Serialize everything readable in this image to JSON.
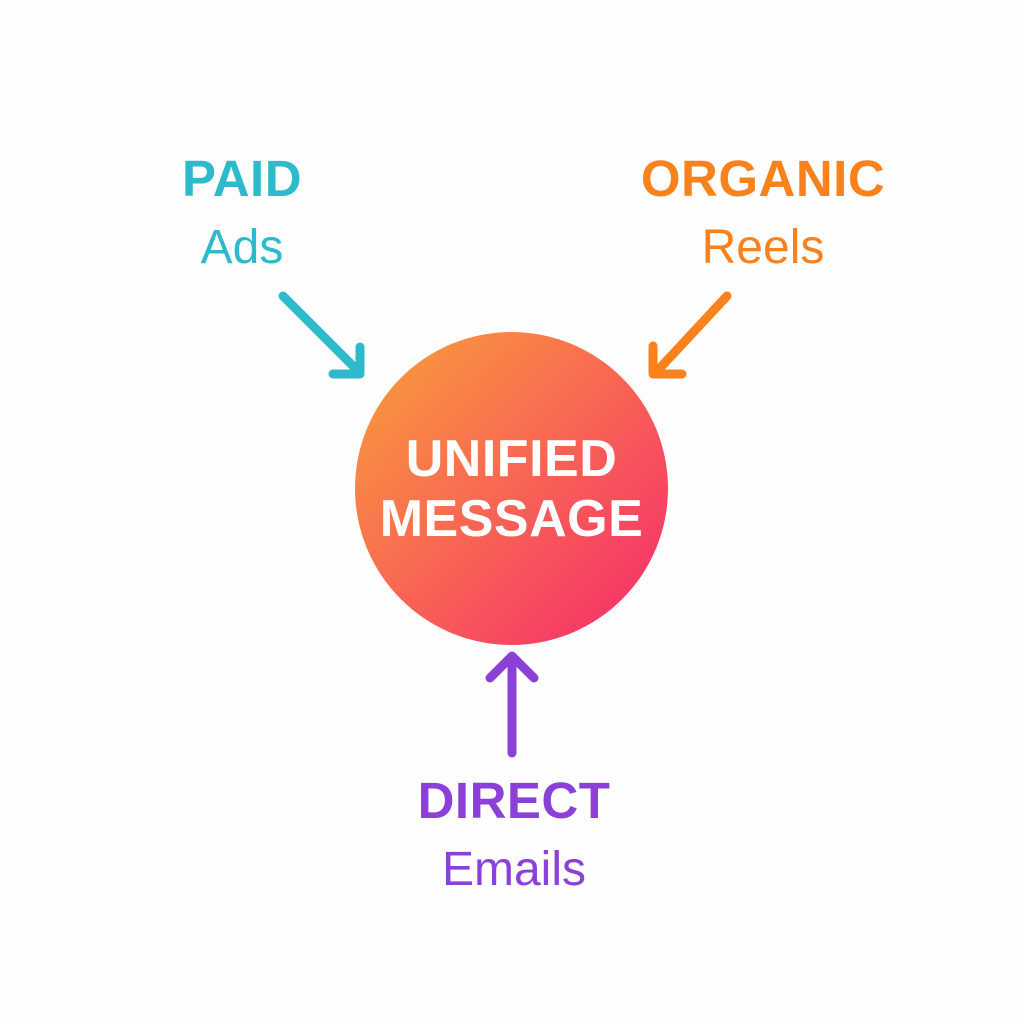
{
  "center": {
    "label_line1": "UNIFIED",
    "label_line2": "MESSAGE",
    "text_color": "#ffffff",
    "gradient_from": "#f9a139",
    "gradient_to": "#f6296e"
  },
  "channels": [
    {
      "name": "PAID",
      "sub": "Ads",
      "color": "#2eb9cc",
      "position": "top-left",
      "arrow_direction": "down-right"
    },
    {
      "name": "ORGANIC",
      "sub": "Reels",
      "color": "#f9821d",
      "position": "top-right",
      "arrow_direction": "down-left"
    },
    {
      "name": "DIRECT",
      "sub": "Emails",
      "color": "#8b41d8",
      "position": "bottom",
      "arrow_direction": "up"
    }
  ]
}
